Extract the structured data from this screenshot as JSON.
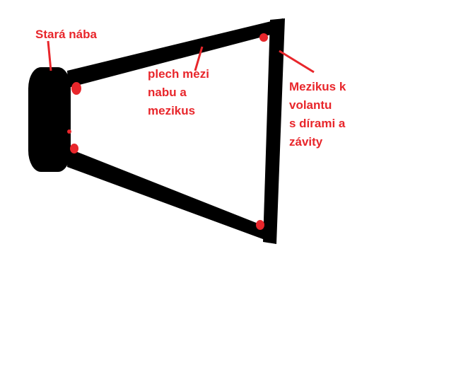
{
  "diagram": {
    "labels": {
      "stara_naba": "Stará nába",
      "plech": [
        "plech mezi",
        "nabu a",
        "mezikus"
      ],
      "mezikus_k_volantu": [
        "Mezikus k",
        "volantu",
        "s dírami a",
        "závity"
      ]
    },
    "colors": {
      "background": "#ffffff",
      "drawing": "#000000",
      "annotation": "#e8262b"
    }
  }
}
